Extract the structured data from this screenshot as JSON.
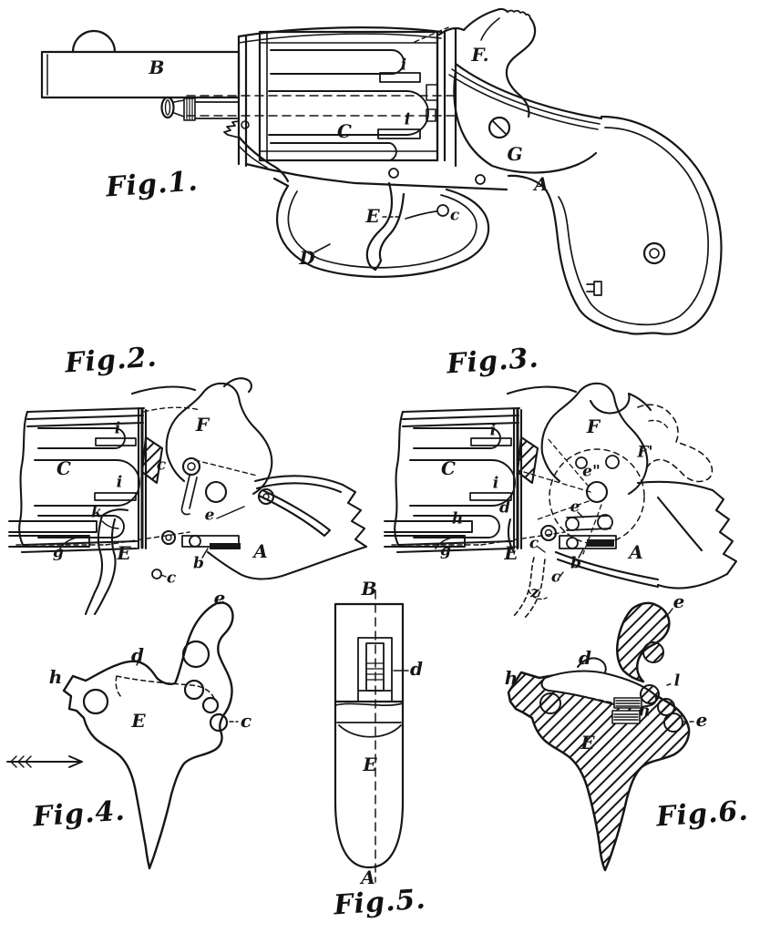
{
  "page": {
    "background": "#ffffff",
    "ink": "#161616",
    "description_title": ""
  },
  "figures": {
    "fig1": {
      "caption": "Fig.1.",
      "parts": [
        "B",
        "C",
        "i",
        "i",
        "F.",
        "G",
        "A",
        "E",
        "c",
        "D"
      ]
    },
    "fig2": {
      "caption": "Fig.2.",
      "parts": [
        "C",
        "i",
        "i",
        "c",
        "F",
        "k",
        "e",
        "g",
        "E",
        "b",
        "c",
        "A"
      ]
    },
    "fig3": {
      "caption": "Fig.3.",
      "parts": [
        "C",
        "i",
        "i",
        "d",
        "h",
        "F",
        "F'",
        "e\"",
        "e",
        "c",
        "g",
        "E",
        "b",
        "c",
        "z",
        "A"
      ]
    },
    "fig4": {
      "caption": "Fig.4.",
      "parts": [
        "e",
        "d",
        "h",
        "E",
        "c"
      ]
    },
    "fig5": {
      "caption": "Fig.5.",
      "parts": [
        "B",
        "d",
        "E",
        "A"
      ]
    },
    "fig6": {
      "caption": "Fig.6.",
      "parts": [
        "e",
        "d",
        "h",
        "l",
        "n",
        "e",
        "E"
      ]
    }
  }
}
